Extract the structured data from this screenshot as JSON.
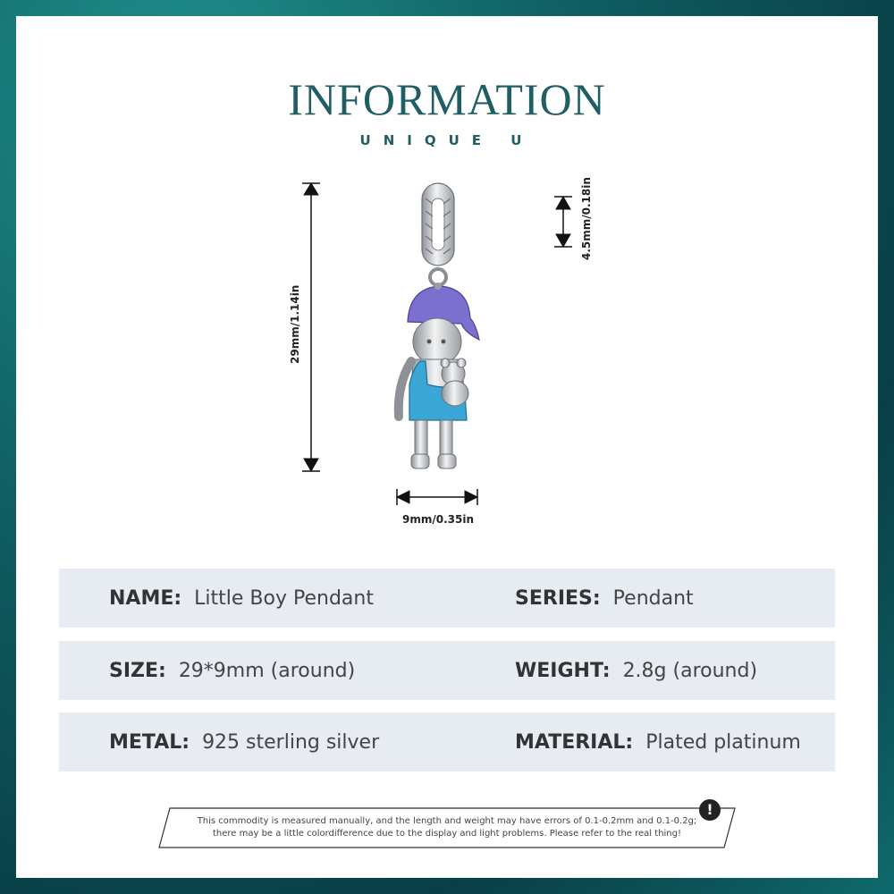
{
  "header": {
    "title": "INFORMATION",
    "subtitle": "UNIQUE U"
  },
  "dimensions": {
    "height": "29mm/1.14in",
    "width": "9mm/0.35in",
    "bail": "4.5mm/0.18in"
  },
  "specs": [
    {
      "left_label": "NAME:",
      "left_value": "Little Boy Pendant",
      "right_label": "SERIES:",
      "right_value": "Pendant"
    },
    {
      "left_label": "SIZE:",
      "left_value": "29*9mm (around)",
      "right_label": "WEIGHT:",
      "right_value": "2.8g (around)"
    },
    {
      "left_label": "METAL:",
      "left_value": "925 sterling silver",
      "right_label": "MATERIAL:",
      "right_value": "Plated platinum"
    }
  ],
  "notice": {
    "line1": "This commodity is measured manually, and the length and weight may have errors of 0.1-0.2mm and 0.1-0.2g;",
    "line2": "there may be a little colordifference due to the display and light problems. Please refer to the real thing!"
  },
  "colors": {
    "accent": "#1f5e63",
    "row_bg": "#e6ecf2",
    "hat": "#7b6fd0",
    "overall": "#3aa7d6"
  },
  "icons": {
    "warning": "exclamation-icon"
  }
}
